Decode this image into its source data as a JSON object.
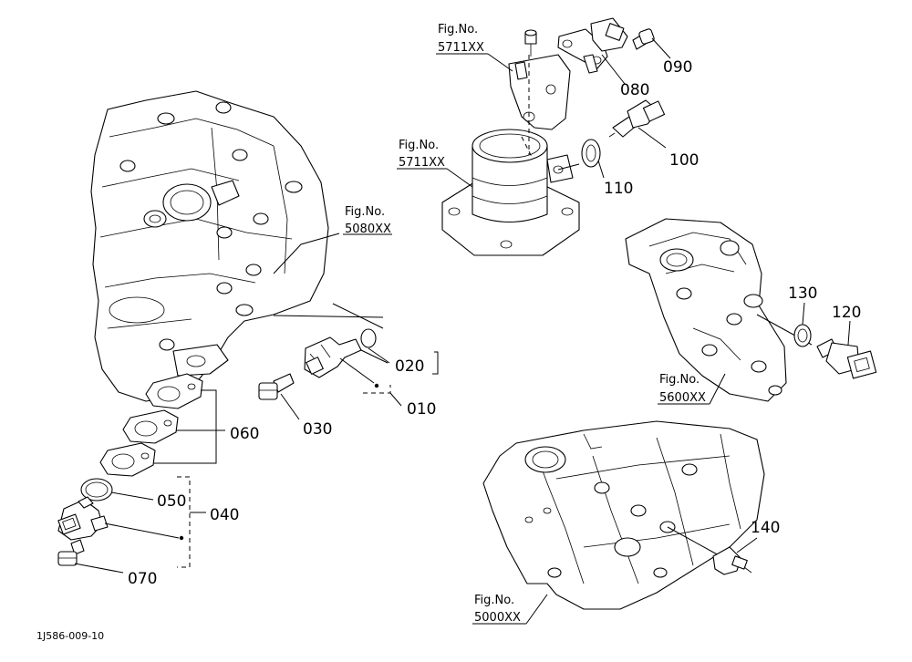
{
  "drawing_code": "1J586-009-10",
  "figure_refs": [
    {
      "label": "Fig.No.",
      "code": "5711XX"
    },
    {
      "label": "Fig.No.",
      "code": "5711XX"
    },
    {
      "label": "Fig.No.",
      "code": "5080XX"
    },
    {
      "label": "Fig.No.",
      "code": "5600XX"
    },
    {
      "label": "Fig.No.",
      "code": "5000XX"
    }
  ],
  "parts": [
    {
      "number": "010"
    },
    {
      "number": "020"
    },
    {
      "number": "030"
    },
    {
      "number": "040"
    },
    {
      "number": "050"
    },
    {
      "number": "060"
    },
    {
      "number": "070"
    },
    {
      "number": "080"
    },
    {
      "number": "090"
    },
    {
      "number": "100"
    },
    {
      "number": "110"
    },
    {
      "number": "120"
    },
    {
      "number": "130"
    },
    {
      "number": "140"
    }
  ]
}
